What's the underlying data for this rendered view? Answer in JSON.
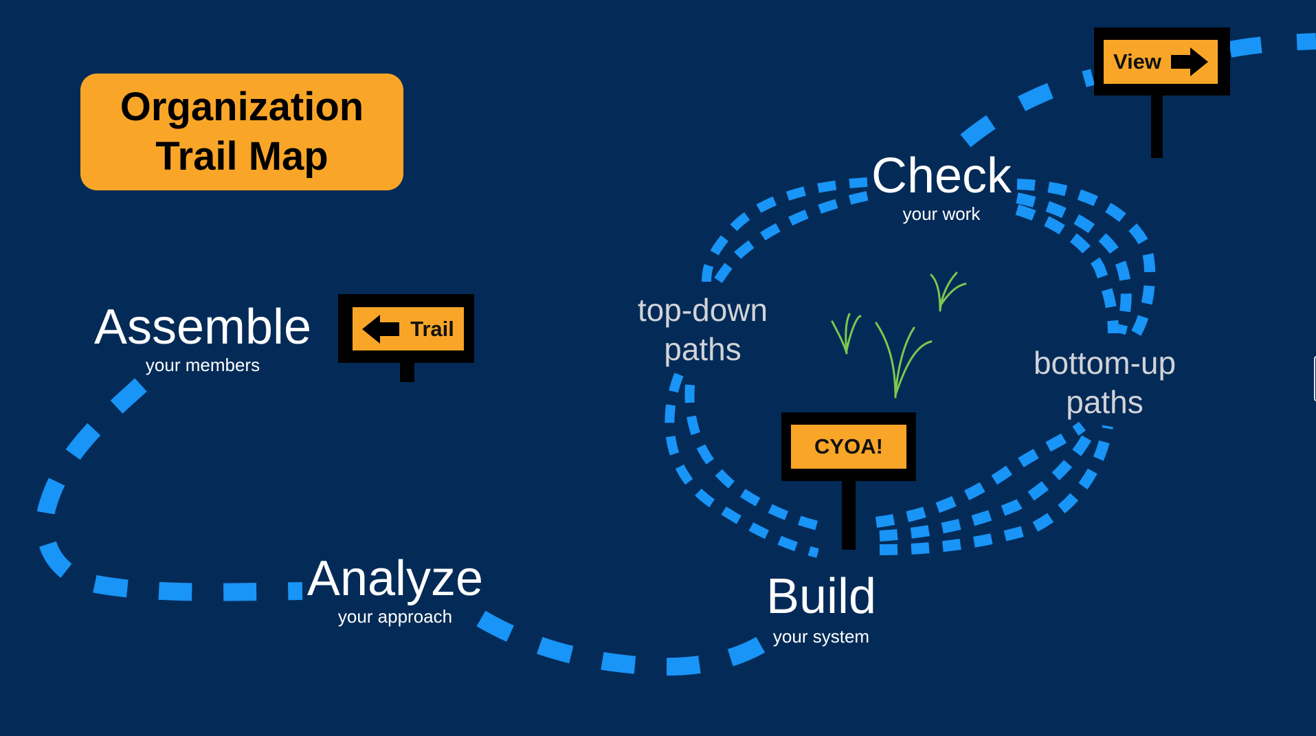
{
  "title": {
    "line1": "Organization",
    "line2": "Trail Map"
  },
  "stages": [
    {
      "name": "assemble",
      "title": "Assemble",
      "subtitle": "your members"
    },
    {
      "name": "analyze",
      "title": "Analyze",
      "subtitle": "your approach"
    },
    {
      "name": "build",
      "title": "Build",
      "subtitle": "your system"
    },
    {
      "name": "check",
      "title": "Check",
      "subtitle": "your work"
    }
  ],
  "path_labels": {
    "top_down": {
      "line1": "top-down",
      "line2": "paths"
    },
    "bottom_up": {
      "line1": "bottom-up",
      "line2": "paths"
    }
  },
  "signs": {
    "trail": {
      "label": "Trail",
      "arrow": "arrow-left-icon"
    },
    "view": {
      "label": "View",
      "arrow": "arrow-right-icon"
    },
    "cyoa": {
      "label": "CYOA!"
    }
  },
  "colors": {
    "background": "#042b57",
    "trail": "#1994f7",
    "sign": "#f9a628",
    "grass": "#7cc84f",
    "path_label": "#d2d3d8"
  }
}
